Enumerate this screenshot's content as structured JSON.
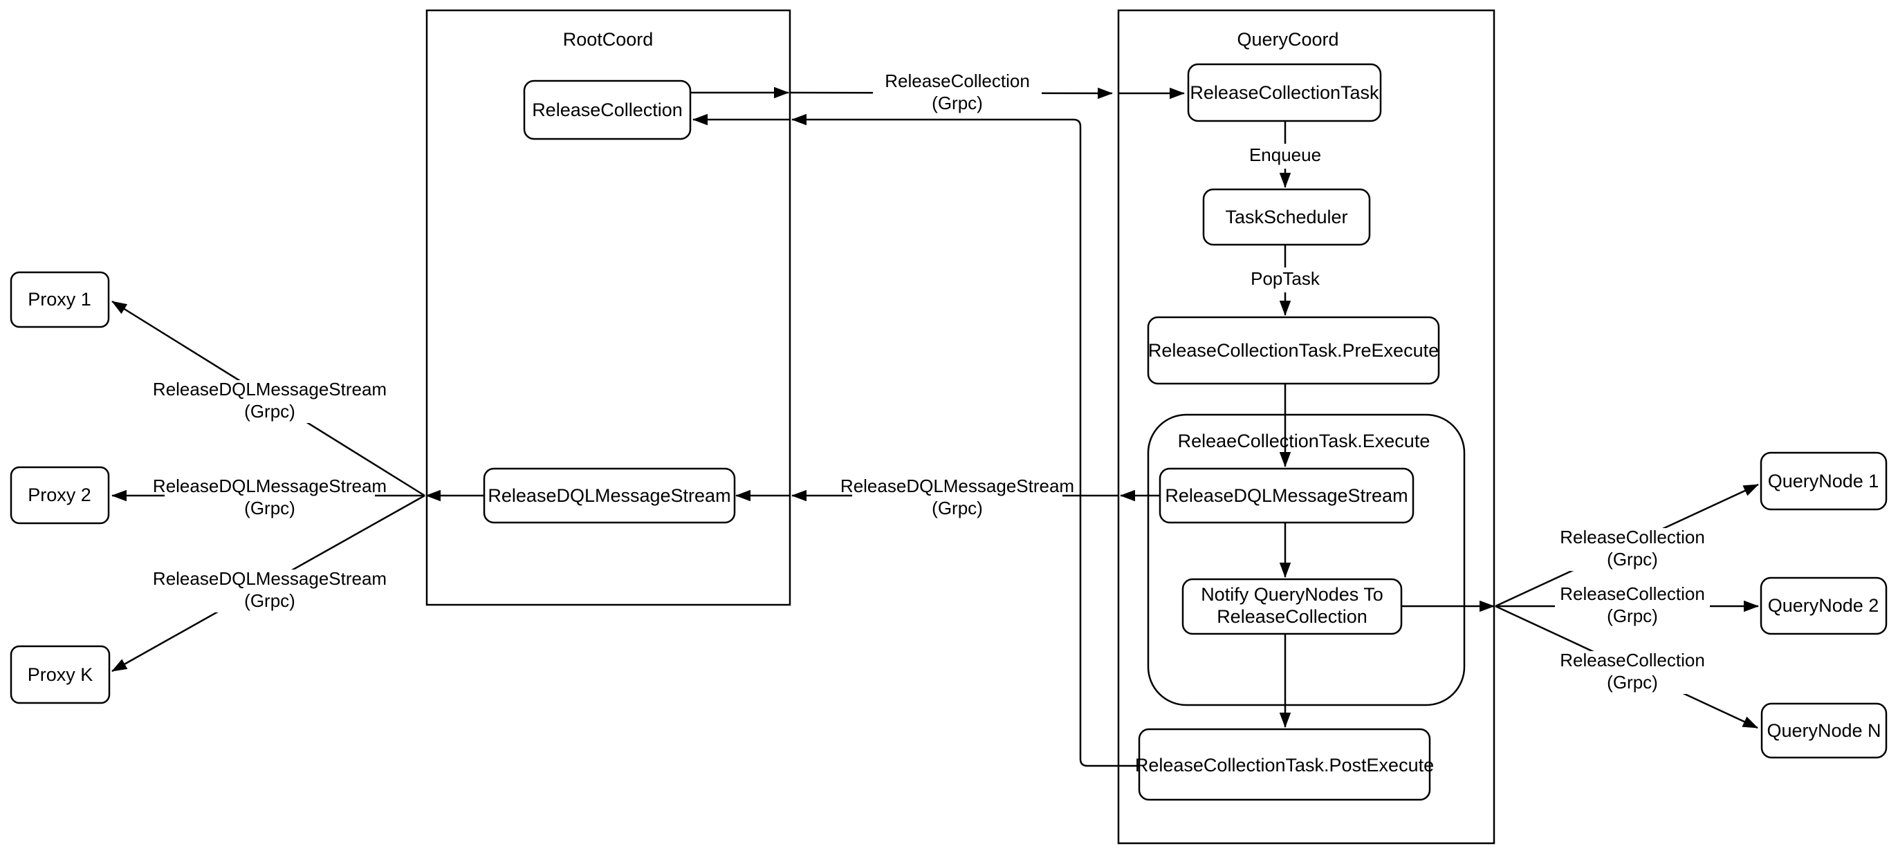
{
  "diagram": {
    "containers": {
      "root_coord": "RootCoord",
      "query_coord": "QueryCoord"
    },
    "nodes": {
      "release_collection": "ReleaseCollection",
      "root_release_dql_message_stream": "ReleaseDQLMessageStream",
      "release_collection_task": "ReleaseCollectionTask",
      "task_scheduler": "TaskScheduler",
      "pre_execute": "ReleaseCollectionTask.PreExecute",
      "execute_group": "ReleaeCollectionTask.Execute",
      "exec_release_dql_message_stream": "ReleaseDQLMessageStream",
      "notify_line1": "Notify QueryNodes To",
      "notify_line2": "ReleaseCollection",
      "post_execute": "ReleaseCollectionTask.PostExecute",
      "proxy_1": "Proxy 1",
      "proxy_2": "Proxy 2",
      "proxy_k": "Proxy K",
      "query_node_1": "QueryNode 1",
      "query_node_2": "QueryNode 2",
      "query_node_n": "QueryNode N"
    },
    "edge_labels": {
      "release_collection": "ReleaseCollection",
      "release_dql_message_stream": "ReleaseDQLMessageStream",
      "grpc": "(Grpc)",
      "enqueue": "Enqueue",
      "pop_task": "PopTask"
    }
  }
}
